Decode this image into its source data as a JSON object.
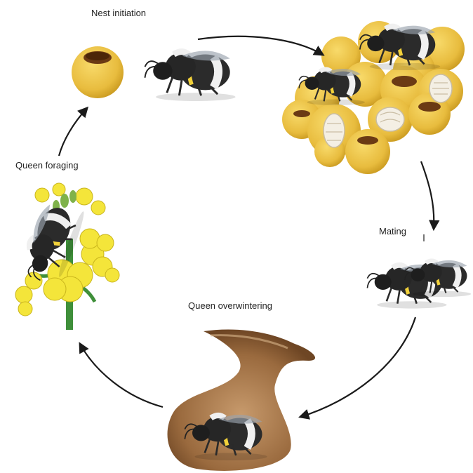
{
  "labels": {
    "nest_initiation": "Nest initiation",
    "queen_foraging": "Queen foraging",
    "mating": "Mating",
    "queen_overwintering": "Queen overwintering"
  },
  "colors": {
    "wax": "#EDC448",
    "wax_dark": "#C79A22",
    "pollen_cup": "#6B3A14",
    "bee_black": "#222222",
    "bee_white": "#F2F2F2",
    "bee_yellow": "#F2D13A",
    "flower_yellow": "#F4E53A",
    "stem_green": "#3F8F3A",
    "soil_brown": "#8A5A33",
    "arrow": "#1a1a1a"
  }
}
